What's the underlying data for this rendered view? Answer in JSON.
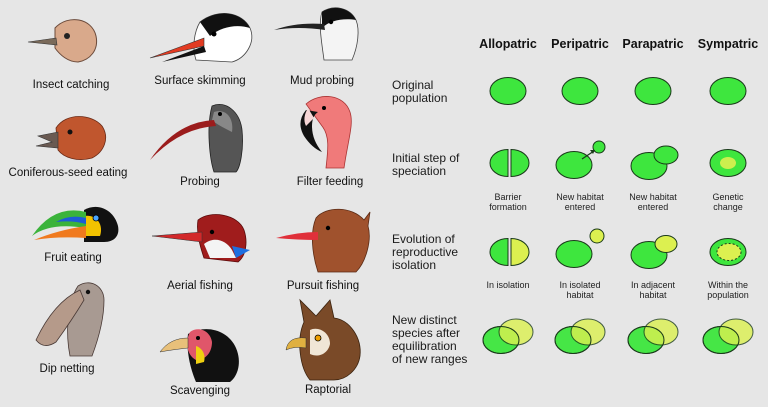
{
  "beaks": [
    {
      "label": "Insect catching"
    },
    {
      "label": "Surface skimming"
    },
    {
      "label": "Mud probing"
    },
    {
      "label": "Coniferous-seed eating"
    },
    {
      "label": "Probing"
    },
    {
      "label": "Filter feeding"
    },
    {
      "label": "Fruit eating"
    },
    {
      "label": "Aerial fishing"
    },
    {
      "label": "Pursuit fishing"
    },
    {
      "label": "Dip netting"
    },
    {
      "label": "Scavenging"
    },
    {
      "label": "Raptorial"
    }
  ],
  "speciation": {
    "columns": [
      "Allopatric",
      "Peripatric",
      "Parapatric",
      "Sympatric"
    ],
    "rows": [
      {
        "label_lines": [
          "Original",
          "population"
        ]
      },
      {
        "label_lines": [
          "Initial step of",
          "speciation"
        ]
      },
      {
        "label_lines": [
          "Evolution of",
          "reproductive",
          "isolation"
        ]
      },
      {
        "label_lines": [
          "New distinct",
          "species after",
          "equilibration",
          "of new ranges"
        ]
      }
    ],
    "captions": [
      [
        [
          "Barrier",
          "formation"
        ],
        [
          "New habitat",
          "entered"
        ],
        [
          "New habitat",
          "entered"
        ],
        [
          "Genetic",
          "change"
        ]
      ],
      [
        [
          "In isolation"
        ],
        [
          "In isolated",
          "habitat"
        ],
        [
          "In adjacent",
          "habitat"
        ],
        [
          "Within the",
          "population"
        ]
      ]
    ]
  },
  "colors": {
    "background": "#e6e6e6",
    "population_green": "#3ee63e",
    "new_species_yellow": "#dcf050",
    "outline": "#1a3a1a"
  }
}
